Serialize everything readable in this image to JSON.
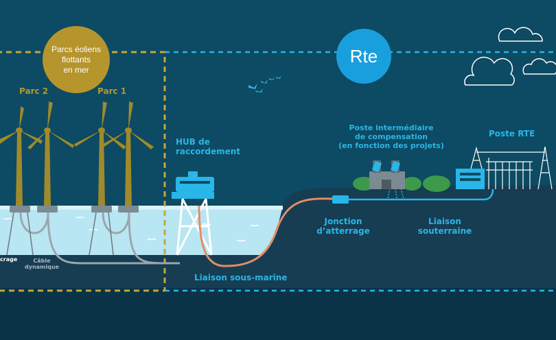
{
  "colors": {
    "sky": "#0d4a63",
    "land": "#163d52",
    "bottom_band": "#0a3347",
    "sea": "#b8e6f2",
    "accent_blue": "#29b6e8",
    "turbine_gold": "#a08a2c",
    "cable_orange": "#e08d67",
    "cable_grey": "#9aa7ad",
    "dashed_gold": "#c7a735",
    "dashed_blue": "#29b6e8"
  },
  "badges": {
    "parcs": "Parcs éoliens\nflottants\nen mer",
    "rte": "Rte"
  },
  "labels": {
    "parc2": "Parc 2",
    "parc1": "Parc 1",
    "hub": "HUB de\nraccordement",
    "poste_intermediaire": "Poste intermédiaire\nde compensation\n(en fonction des projets)",
    "poste_rte": "Poste RTE",
    "jonction": "Jonction\nd’atterrage",
    "liaison_souterraine": "Liaison\nsouterraine",
    "liaison_sous_marine": "Liaison sous-marine",
    "ancrage": "crage",
    "cable_dynamique": "Câble\ndynamique"
  },
  "icons": [
    "cloud-icon",
    "birds-icon",
    "wind-turbine-icon",
    "substation-pylon-icon",
    "tree-icon",
    "wave-icon"
  ]
}
